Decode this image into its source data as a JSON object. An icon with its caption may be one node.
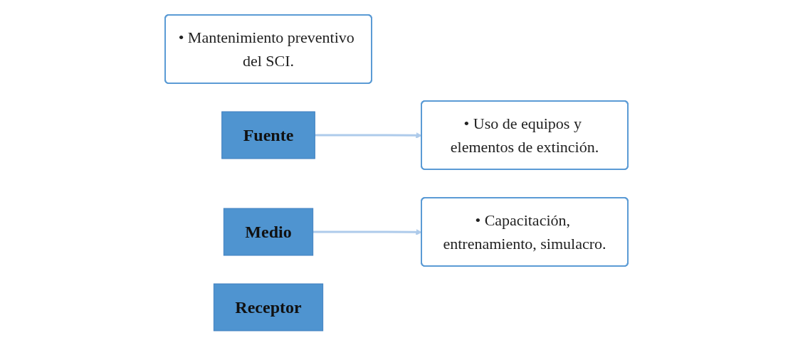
{
  "diagram": {
    "nodes": [
      {
        "text": [
          "• Mantenimiento preventivo del SCI."
        ]
      },
      {
        "text": [
          "Fuente"
        ]
      },
      {
        "text": [
          "Medio"
        ]
      },
      {
        "text": [
          "• Uso de equipos y elementos de extinción."
        ]
      },
      {
        "text": [
          "• Capacitación, entrenamiento, simulacro."
        ]
      },
      {
        "text": [
          "Receptor"
        ]
      }
    ],
    "edges": [
      {
        "from": 1,
        "to": 3,
        "arrow": "to"
      },
      {
        "from": 2,
        "to": 4,
        "arrow": "to"
      }
    ]
  }
}
